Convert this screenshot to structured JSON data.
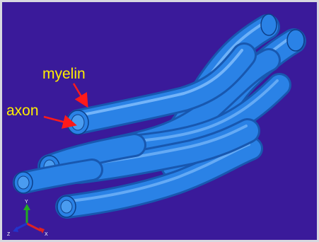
{
  "annotations": {
    "myelin_label": "myelin",
    "axon_label": "axon"
  },
  "triad": {
    "y_label": "Y",
    "z_label": "Z",
    "x_label": "X",
    "y_color": "#22aa22",
    "x_color": "#dd2222",
    "z_color": "#2233cc"
  },
  "colors": {
    "background": "#3a1a9a",
    "border": "#d8d8e0",
    "fiber": "#2a82e6",
    "fiber_dark": "#1858b0",
    "fiber_highlight": "#8cc4ff",
    "label_text": "#ffee00",
    "arrow": "#ff1a1a"
  }
}
